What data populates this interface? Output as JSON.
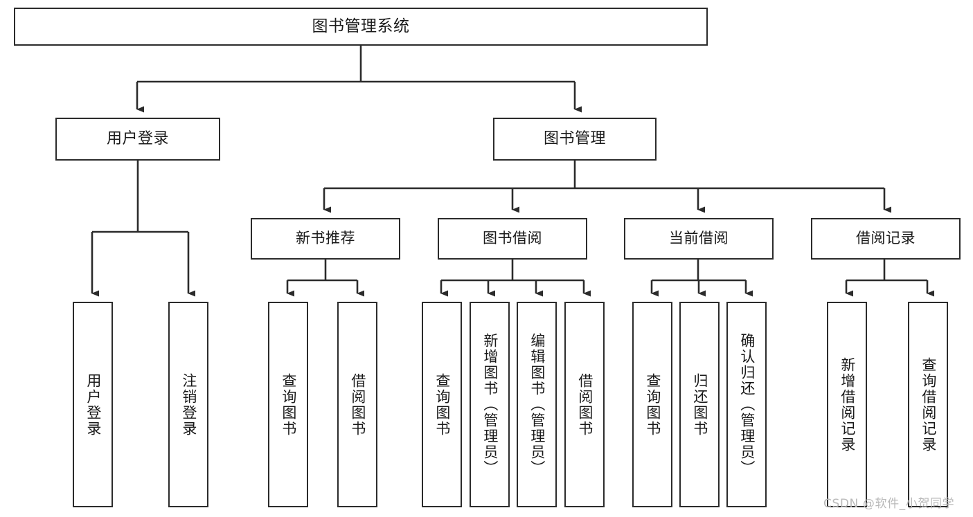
{
  "diagram": {
    "title": "图书管理系统",
    "type": "tree-hierarchy-chart",
    "watermark": "CSDN @软件_小贺同学",
    "colors": {
      "border": "#2b2b2b",
      "background": "#ffffff",
      "text": "#1a1a1a",
      "connector": "#2b2b2b",
      "watermark": "#b9b9b9"
    },
    "root": {
      "label": "图书管理系统"
    },
    "level2": [
      {
        "label": "用户登录"
      },
      {
        "label": "图书管理"
      }
    ],
    "level3": [
      {
        "label": "新书推荐"
      },
      {
        "label": "图书借阅"
      },
      {
        "label": "当前借阅"
      },
      {
        "label": "借阅记录"
      }
    ],
    "leaves": {
      "user_login": [
        {
          "label": "用户登录"
        },
        {
          "label": "注销登录"
        }
      ],
      "new_book_recommend": [
        {
          "label": "查询图书"
        },
        {
          "label": "借阅图书"
        }
      ],
      "book_borrow": [
        {
          "label": "查询图书"
        },
        {
          "label": "新增图书（管理员）"
        },
        {
          "label": "编辑图书（管理员）"
        },
        {
          "label": "借阅图书"
        }
      ],
      "current_borrow": [
        {
          "label": "查询图书"
        },
        {
          "label": "归还图书"
        },
        {
          "label": "确认归还（管理员）"
        }
      ],
      "borrow_record": [
        {
          "label": "新增借阅记录"
        },
        {
          "label": "查询借阅记录"
        }
      ]
    }
  }
}
